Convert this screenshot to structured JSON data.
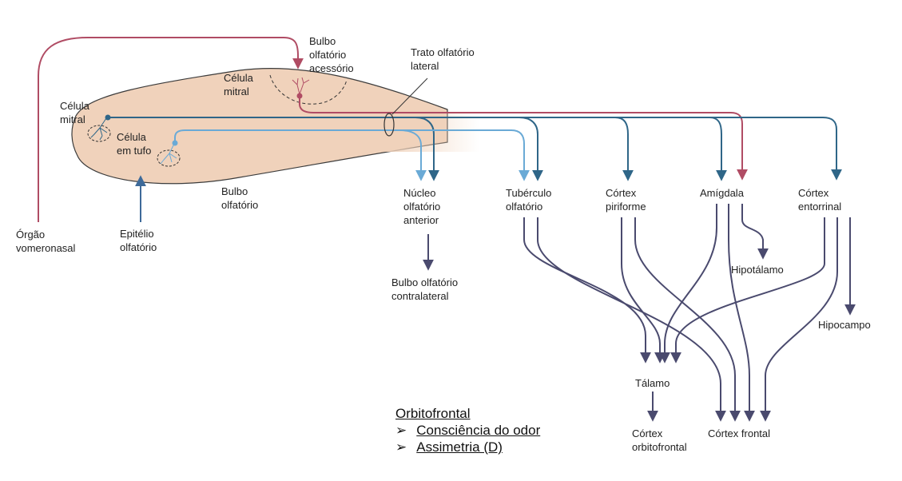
{
  "colors": {
    "mitral_path": "#2f6688",
    "tufted_path": "#6aaad6",
    "accessory_path": "#b04c64",
    "projection": "#4a4a6e",
    "input": "#3e6a99",
    "bulb_fill": "#f0d2bb"
  },
  "labels": {
    "bulbo_acessorio": [
      "Bulbo",
      "olfatório",
      "acessório"
    ],
    "celula_mitral_acessorio": [
      "Célula",
      "mitral"
    ],
    "celula_mitral": [
      "Célula",
      "mitral"
    ],
    "celula_tufo": [
      "Célula",
      "em tufo"
    ],
    "trato": [
      "Trato olfatório",
      "lateral"
    ],
    "bulbo_olfatorio": [
      "Bulbo",
      "olfatório"
    ],
    "orgao_vomeronasal": [
      "Órgão",
      "vomeronasal"
    ],
    "epitelio": [
      "Epitélio",
      "olfatório"
    ],
    "nucleo": [
      "Núcleo",
      "olfatório",
      "anterior"
    ],
    "tuberculo": [
      "Tubérculo",
      "olfatório"
    ],
    "cortex_piriforme": [
      "Córtex",
      "piriforme"
    ],
    "amigdala": [
      "Amígdala"
    ],
    "cortex_entorrinal": [
      "Córtex",
      "entorrinal"
    ],
    "bulbo_contralateral": [
      "Bulbo olfatório",
      "contralateral"
    ],
    "hipotalamo": [
      "Hipotálamo"
    ],
    "hipocampo": [
      "Hipocampo"
    ],
    "talamo": [
      "Tálamo"
    ],
    "cortex_orbitofrontal": [
      "Córtex",
      "orbitofrontal"
    ],
    "cortex_frontal": [
      "Córtex frontal"
    ]
  },
  "note": {
    "title": "Orbitofrontal",
    "items": [
      "Consciência do odor",
      "Assimetria (D)"
    ],
    "bullet": "➢"
  }
}
